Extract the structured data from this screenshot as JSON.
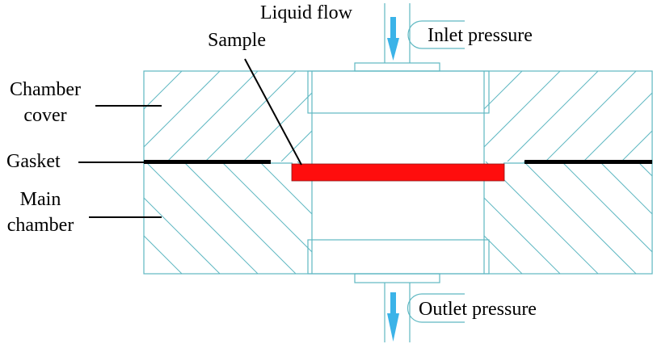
{
  "labels": {
    "liquid_flow": "Liquid flow",
    "inlet_pressure": "Inlet pressure",
    "sample": "Sample",
    "chamber_cover_line1": "Chamber",
    "chamber_cover_line2": "cover",
    "gasket": "Gasket",
    "main_chamber_line1": "Main",
    "main_chamber_line2": "chamber",
    "outlet_pressure": "Outlet pressure"
  },
  "colors": {
    "outline": "#5fb8c2",
    "sample_fill": "#ff0d0d",
    "gasket": "#000000",
    "flow_arrow": "#3bb3e8",
    "leader": "#000000"
  }
}
